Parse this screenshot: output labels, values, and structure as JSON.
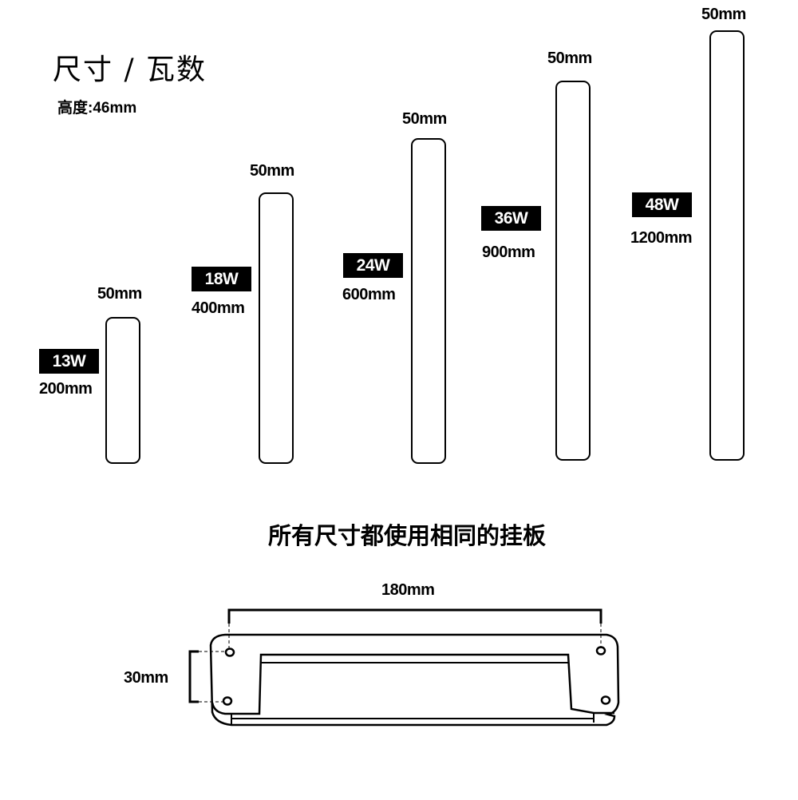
{
  "header": {
    "title": "尺寸 / 瓦数",
    "height_label": "高度:46mm"
  },
  "products": [
    {
      "wattage": "13W",
      "length": "200mm",
      "width": "50mm"
    },
    {
      "wattage": "18W",
      "length": "400mm",
      "width": "50mm"
    },
    {
      "wattage": "24W",
      "length": "600mm",
      "width": "50mm"
    },
    {
      "wattage": "36W",
      "length": "900mm",
      "width": "50mm"
    },
    {
      "wattage": "48W",
      "length": "1200mm",
      "width": "50mm"
    }
  ],
  "bracket": {
    "caption": "所有尺寸都使用相同的挂板",
    "hole_spacing_horizontal": "180mm",
    "hole_spacing_vertical": "30mm"
  }
}
